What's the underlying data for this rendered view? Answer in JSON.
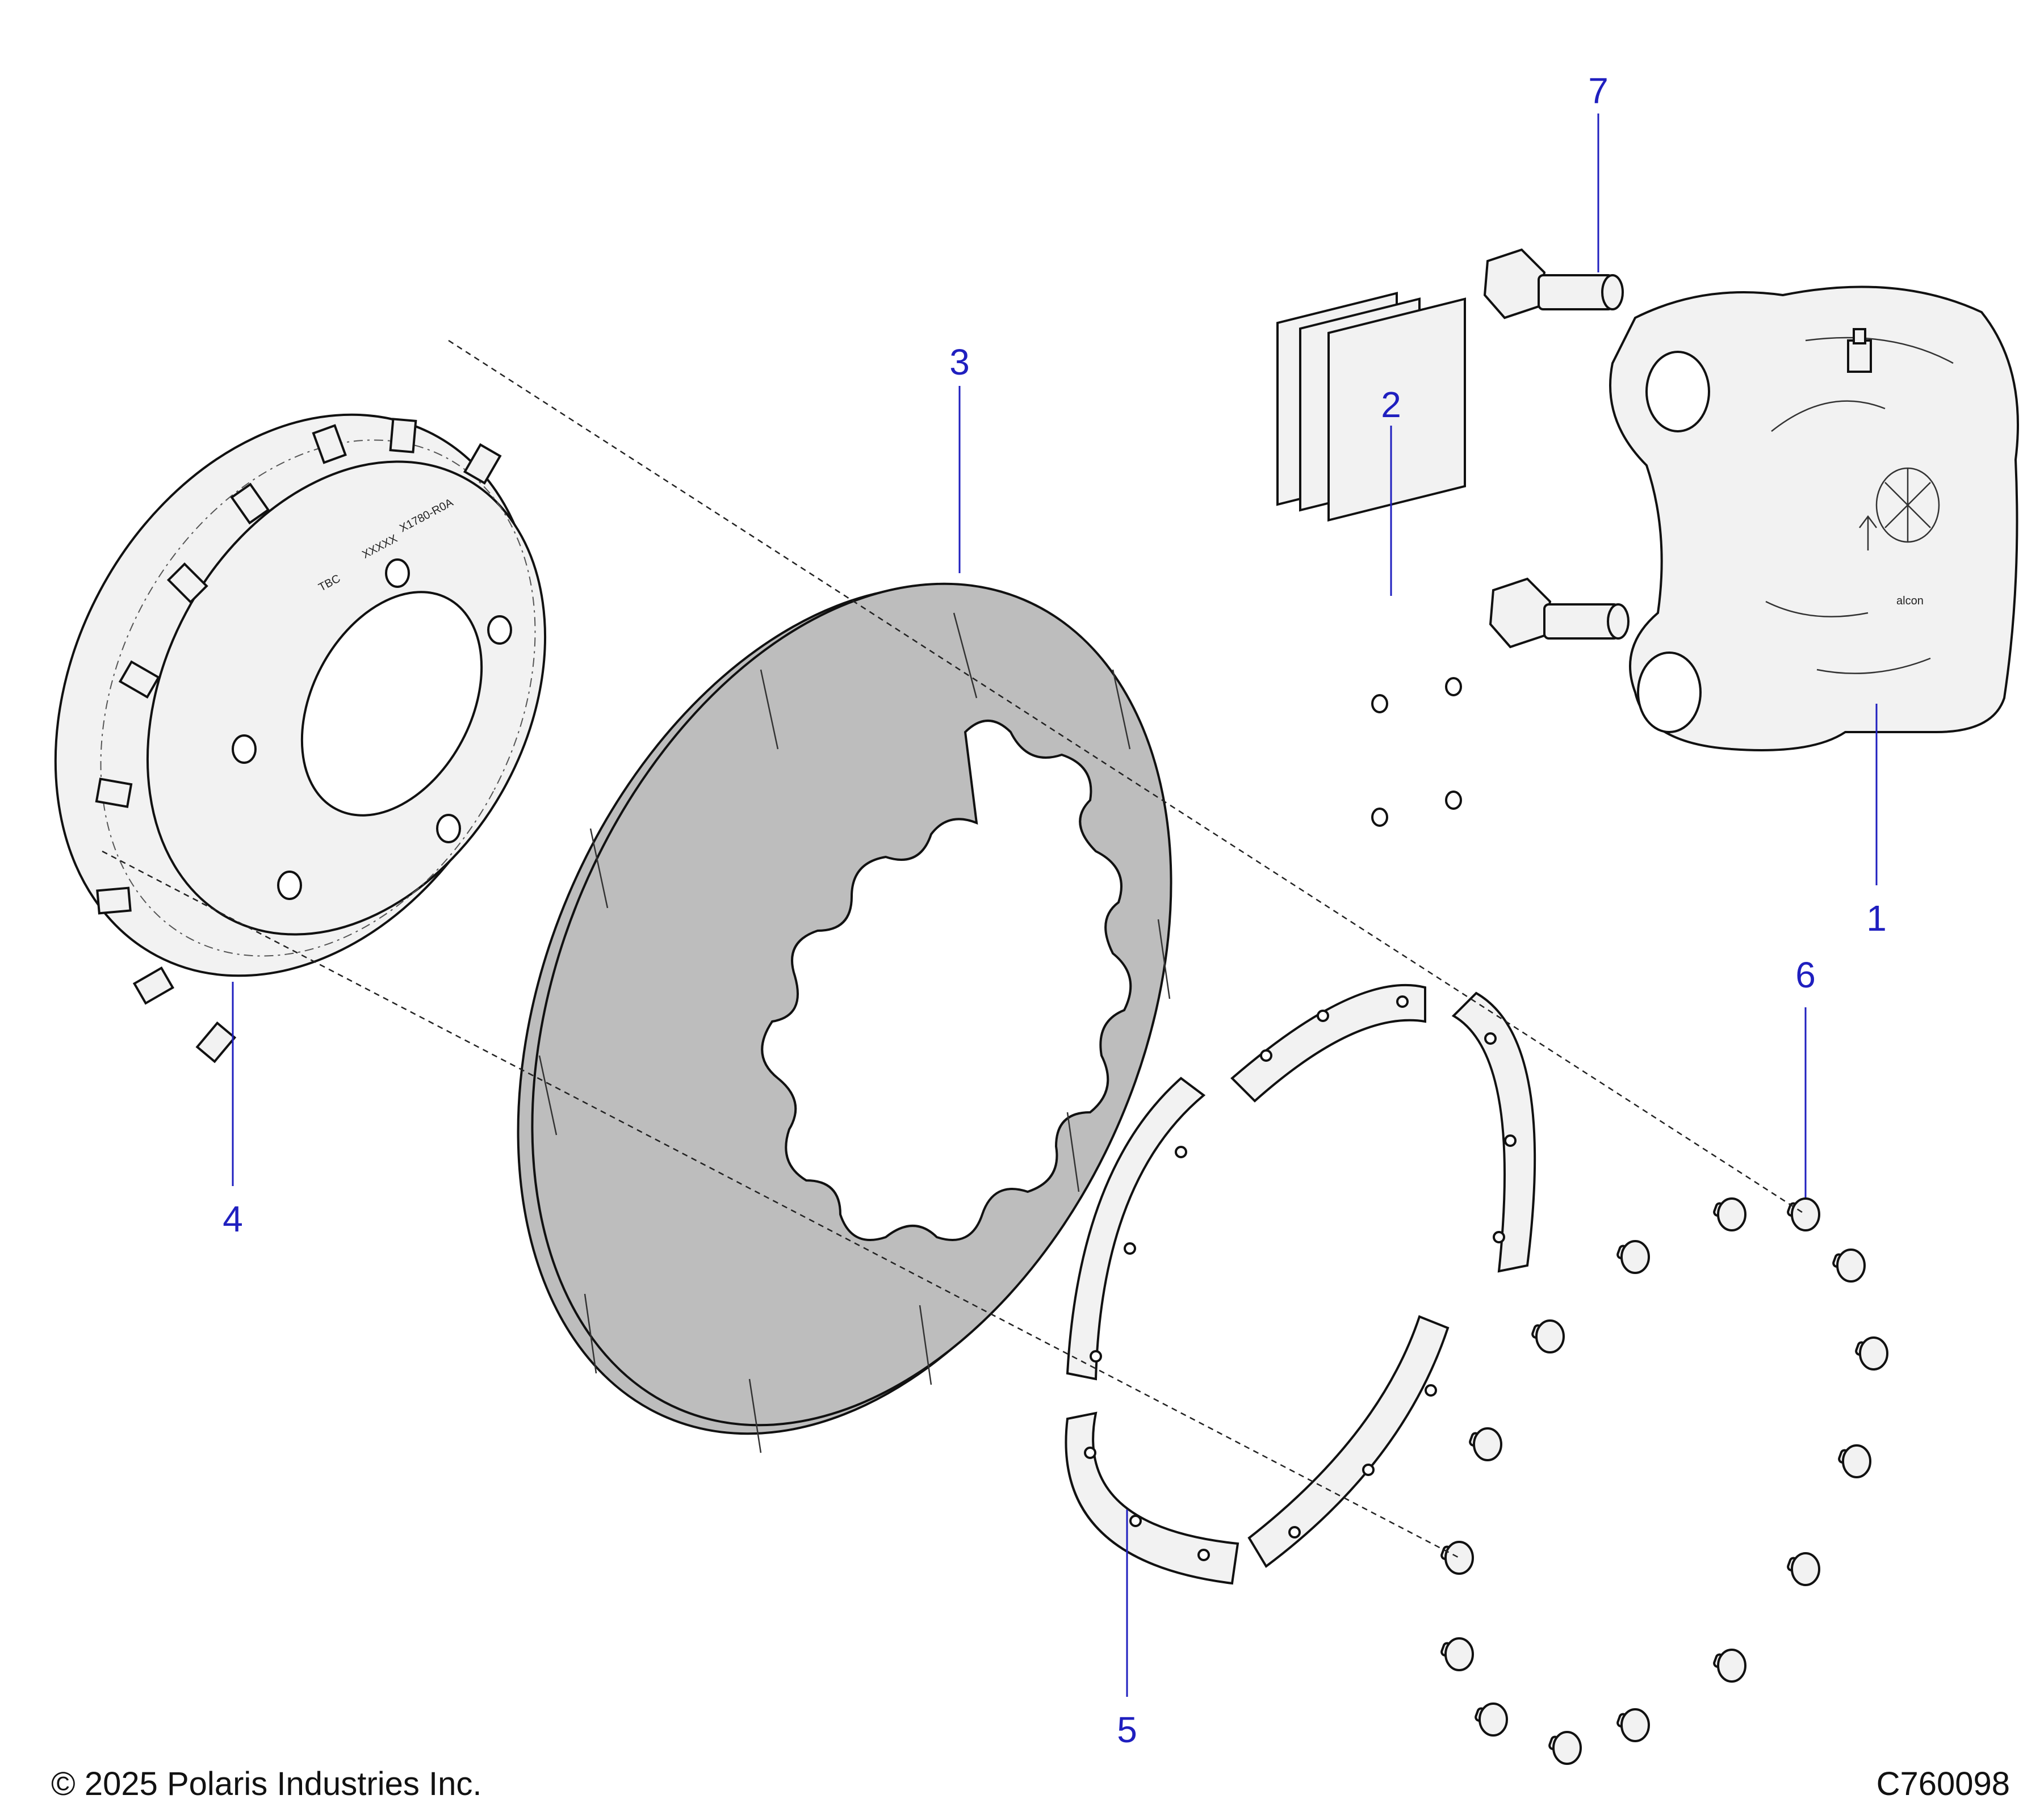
{
  "callouts": [
    {
      "id": "1",
      "label": "1"
    },
    {
      "id": "2",
      "label": "2"
    },
    {
      "id": "3",
      "label": "3"
    },
    {
      "id": "4",
      "label": "4"
    },
    {
      "id": "5",
      "label": "5"
    },
    {
      "id": "6",
      "label": "6"
    },
    {
      "id": "7",
      "label": "7"
    }
  ],
  "part_markings": {
    "hub_code": "X1780-R0A",
    "hub_serial": "XXXXX",
    "hub_tag": "TBC",
    "caliper_brand": "alcon"
  },
  "footer": {
    "copyright": "© 2025 Polaris Industries Inc.",
    "figure_code": "C760098"
  },
  "colors": {
    "callout": "#1f1fbf",
    "line_art": "#111111",
    "rotor_fill": "#bdbdbd",
    "part_fill": "#f2f2f2"
  }
}
